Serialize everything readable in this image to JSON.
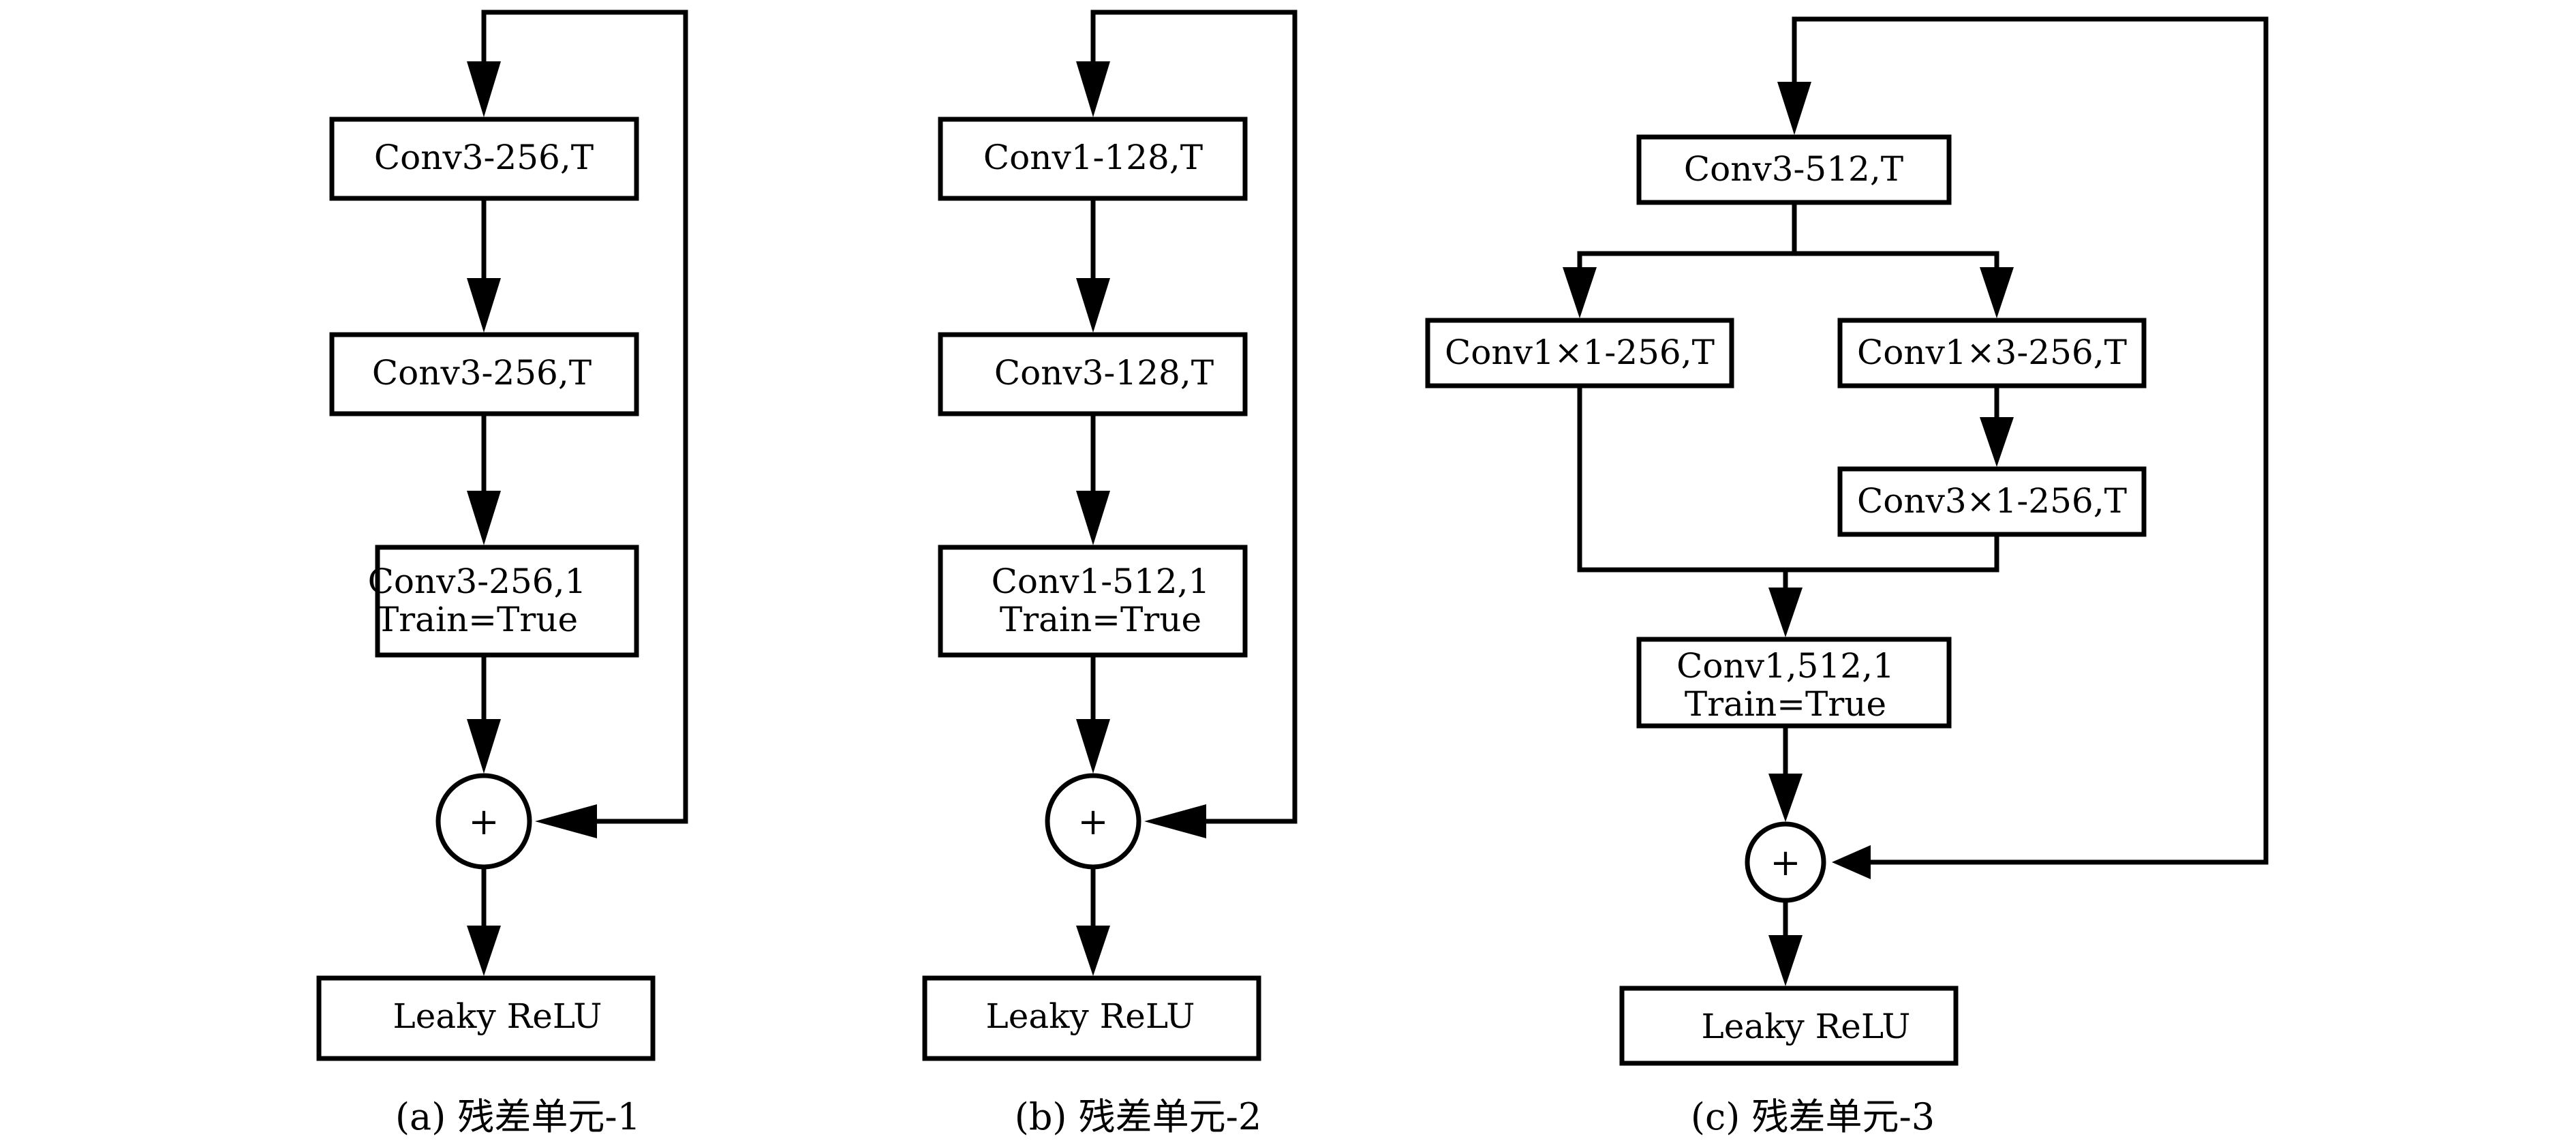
{
  "panels": [
    {
      "caption": "(a) 残差单元-1",
      "blocks": [
        {
          "lines": [
            "Conv3-256,T"
          ]
        },
        {
          "lines": [
            "Conv3-256,T"
          ]
        },
        {
          "lines": [
            "Conv3-256,1",
            "Train=True"
          ]
        }
      ],
      "add_symbol": "+",
      "output": "Leaky ReLU"
    },
    {
      "caption": "(b) 残差单元-2",
      "blocks": [
        {
          "lines": [
            "Conv1-128,T"
          ]
        },
        {
          "lines": [
            "Conv3-128,T"
          ]
        },
        {
          "lines": [
            "Conv1-512,1",
            "Train=True"
          ]
        }
      ],
      "add_symbol": "+",
      "output": "Leaky ReLU"
    },
    {
      "caption": "(c) 残差单元-3",
      "top_block": "Conv3-512,T",
      "left_branch": [
        "Conv1×1-256,T"
      ],
      "right_branch": [
        "Conv1×3-256,T",
        "Conv3×1-256,T"
      ],
      "merge_block": [
        "Conv1,512,1",
        "Train=True"
      ],
      "add_symbol": "+",
      "output": "Leaky ReLU"
    }
  ]
}
